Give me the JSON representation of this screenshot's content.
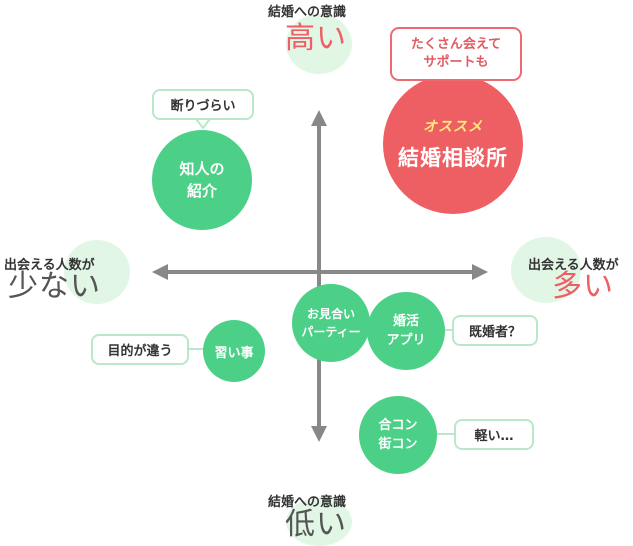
{
  "axes": {
    "top": {
      "label": "結婚への意識",
      "value": "高い"
    },
    "bottom": {
      "label": "結婚への意識",
      "value": "低い"
    },
    "left": {
      "label": "出会える人数が",
      "value": "少ない"
    },
    "right": {
      "label": "出会える人数が",
      "value": "多い"
    }
  },
  "items": {
    "agency": {
      "tag": "オススメ",
      "name": "結婚相談所",
      "callout": [
        "たくさん会えて",
        "サポートも"
      ]
    },
    "acquaintance": {
      "lines": [
        "知人の",
        "紹介"
      ],
      "callout": "断りづらい"
    },
    "party": {
      "lines": [
        "お見合い",
        "パーティー"
      ]
    },
    "app": {
      "lines": [
        "婚活",
        "アプリ"
      ],
      "callout": "既婚者？"
    },
    "lessons": {
      "lines": [
        "習い事"
      ],
      "callout": "目的が違う"
    },
    "goukon": {
      "lines": [
        "合コン",
        "街コン"
      ],
      "callout": "軽い…"
    }
  },
  "colors": {
    "green": "#4ccf87",
    "light_green": "#e2f6e6",
    "coral": "#ee5f64",
    "axis_gray": "#888888",
    "bubble_border": "#b8e8c8"
  }
}
